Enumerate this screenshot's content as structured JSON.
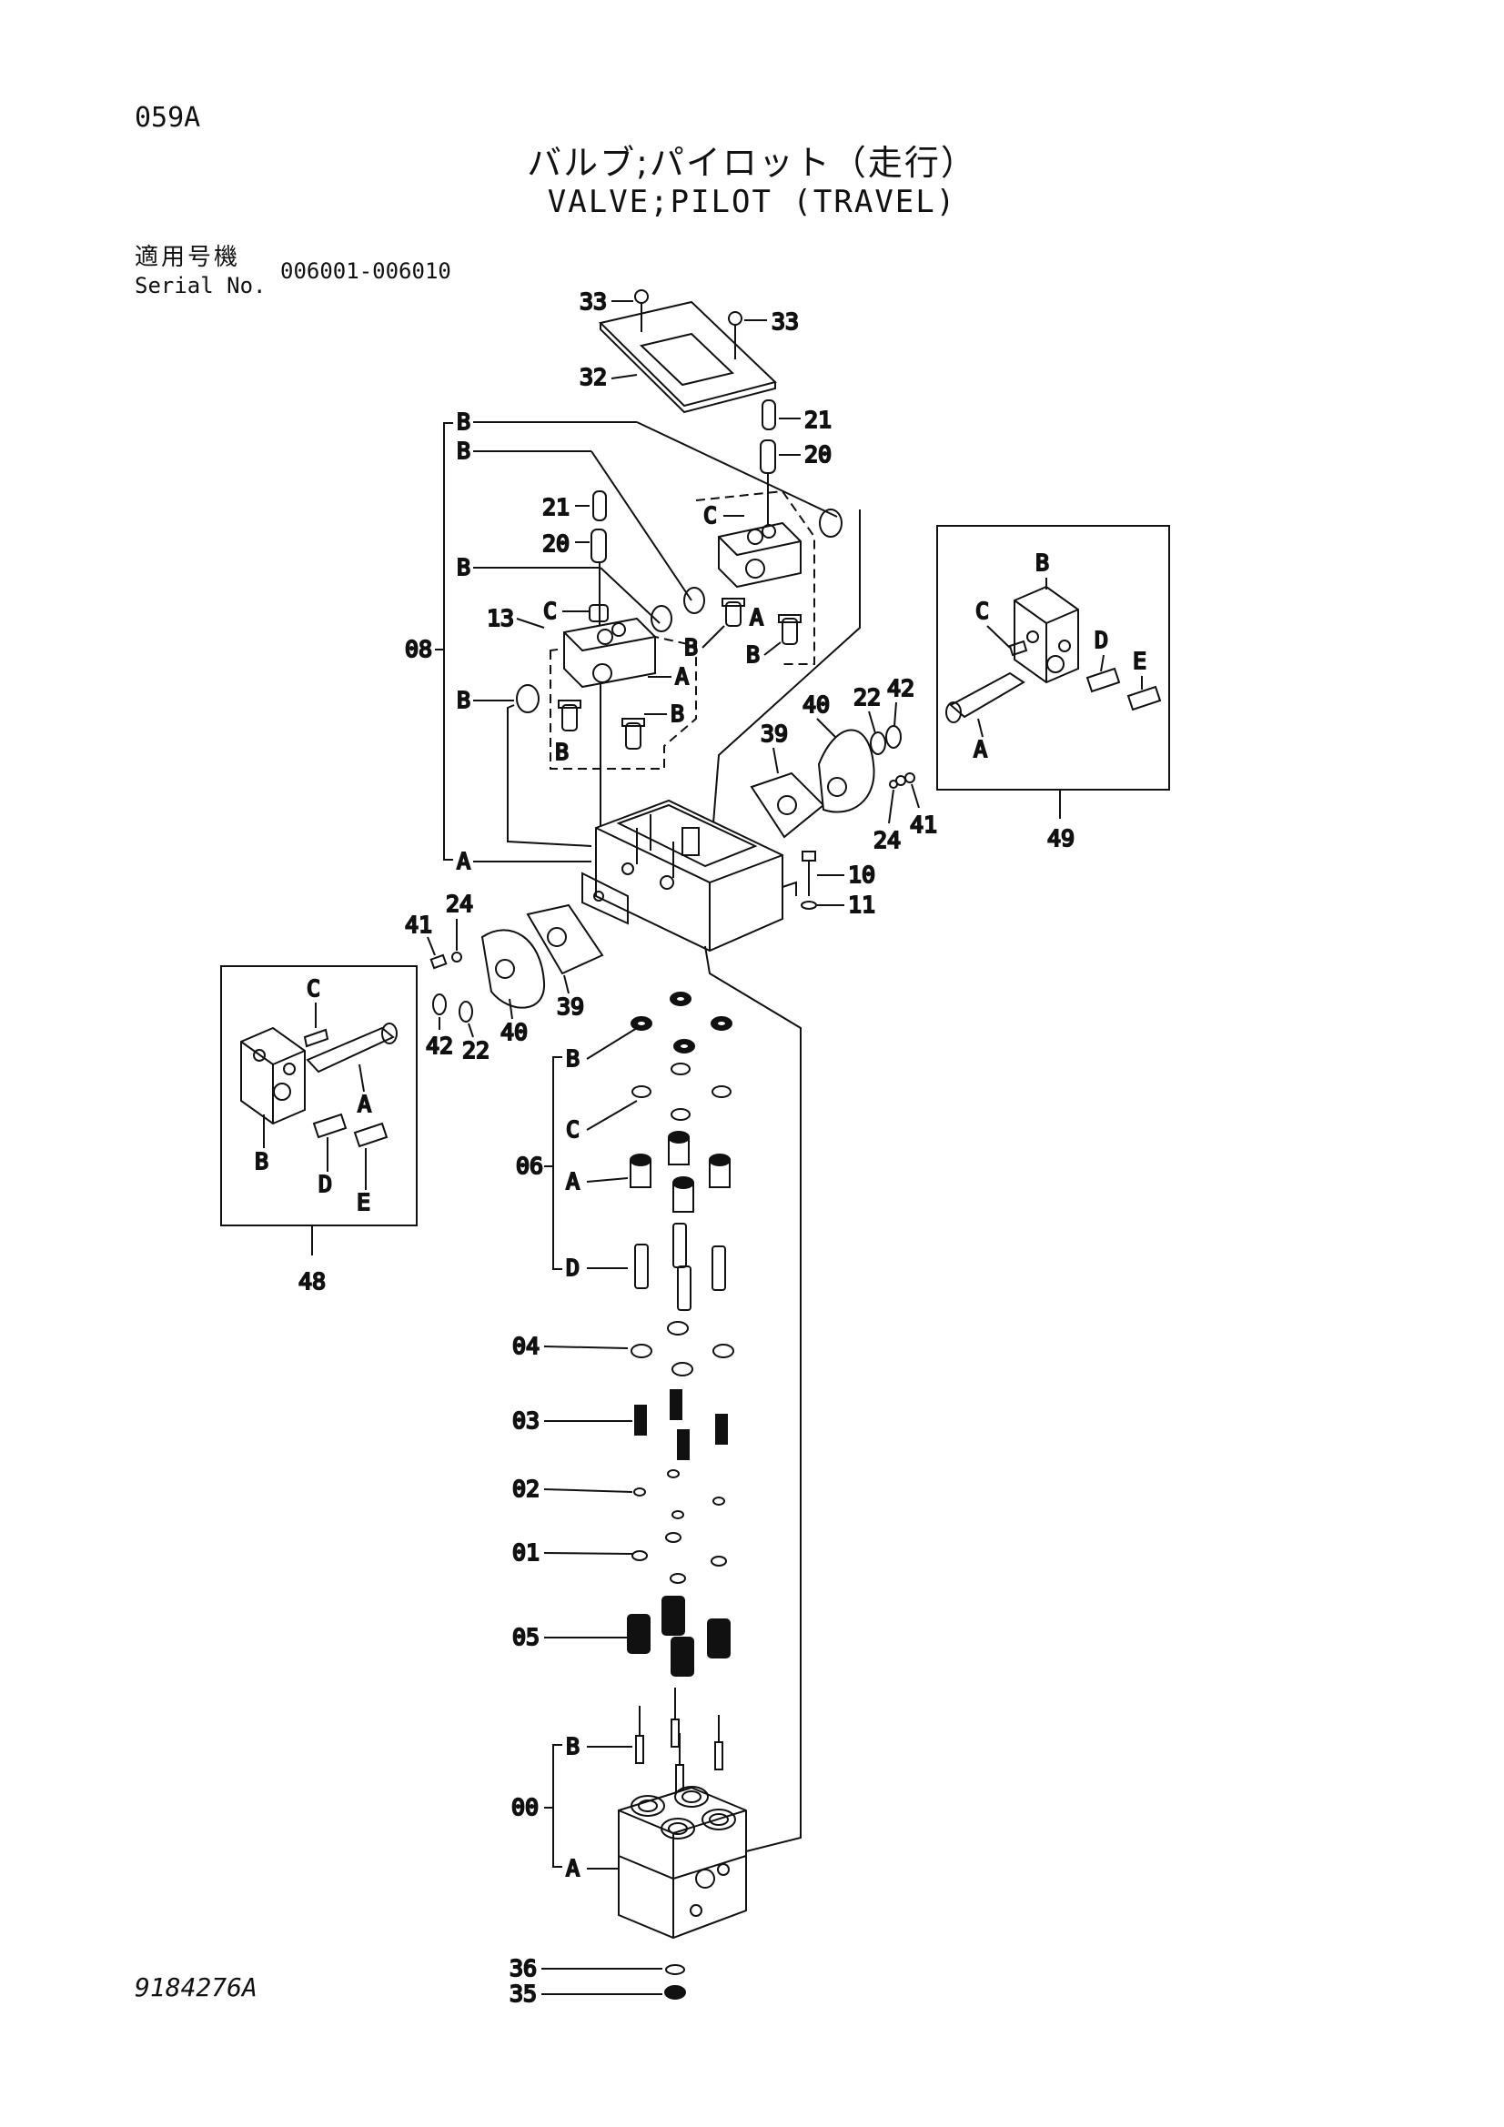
{
  "header": {
    "page_code": "059A",
    "title_jp": "バルブ;パイロット（走行）",
    "title_en": "VALVE;PILOT (TRAVEL)",
    "serial_label_jp": "適用号機",
    "serial_label_en": "Serial No.",
    "serial_range": "006001-006010"
  },
  "footer": {
    "doc_number": "9184276A"
  },
  "callouts": {
    "c33a": "33",
    "c33b": "33",
    "c32": "32",
    "c21a": "21",
    "c20a": "20",
    "c21b": "21",
    "c20b": "20",
    "c13": "13",
    "c08": "08",
    "c08_b1": "B",
    "c08_b2": "B",
    "c08_b3": "B",
    "c08_b4": "B",
    "c08_a": "A",
    "c13_c": "C",
    "c13_a": "A",
    "c13_b1": "B",
    "c13_b2": "B",
    "cR_c": "C",
    "cR_a": "A",
    "cR_b1": "B",
    "cR_b2": "B",
    "c39a": "39",
    "c40a": "40",
    "c22a": "22",
    "c42a": "42",
    "c24a": "24",
    "c41a": "41",
    "c10": "10",
    "c11": "11",
    "c41b": "41",
    "c24b": "24",
    "c39b": "39",
    "c40b": "40",
    "c42b": "42",
    "c22b": "22",
    "c49": "49",
    "c49_b": "B",
    "c49_c": "C",
    "c49_d": "D",
    "c49_e": "E",
    "c49_a": "A",
    "c48": "48",
    "c48_c": "C",
    "c48_a": "A",
    "c48_b": "B",
    "c48_d": "D",
    "c48_e": "E",
    "c06": "06",
    "c06_b": "B",
    "c06_c": "C",
    "c06_a": "A",
    "c06_d": "D",
    "c04": "04",
    "c03": "03",
    "c02": "02",
    "c01": "01",
    "c05": "05",
    "c00": "00",
    "c00_b": "B",
    "c00_a": "A",
    "c36": "36",
    "c35": "35"
  }
}
